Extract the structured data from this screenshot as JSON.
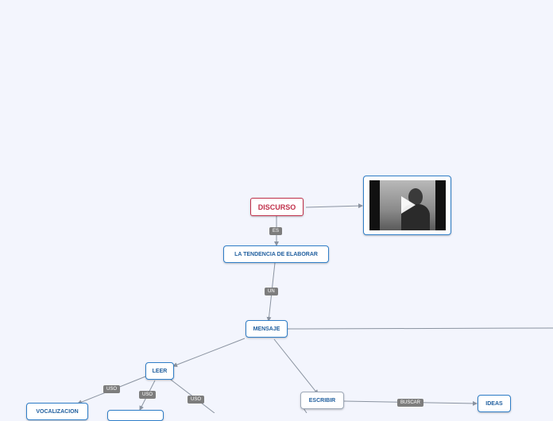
{
  "nodes": {
    "discurso": "DISCURSO",
    "tendencia": "LA TENDENCIA DE ELABORAR",
    "mensaje": "MENSAJE",
    "leer": "LEER",
    "escribir": "ESCRIBIR",
    "ideas": "IDEAS",
    "vocalizacion": "VOCALIZACION"
  },
  "links": {
    "es": "ES",
    "un": "UN",
    "uso_1": "USO",
    "uso_2": "USO",
    "uso_3": "USO",
    "buscar": "BUSCAR"
  },
  "media": {
    "video_icon": "play-icon"
  },
  "colors": {
    "background": "#f3f5fd",
    "node_border": "#2f7ec8",
    "root_border": "#c0304a",
    "connector": "#8a93a0",
    "label_bg": "#7d7d7d"
  }
}
